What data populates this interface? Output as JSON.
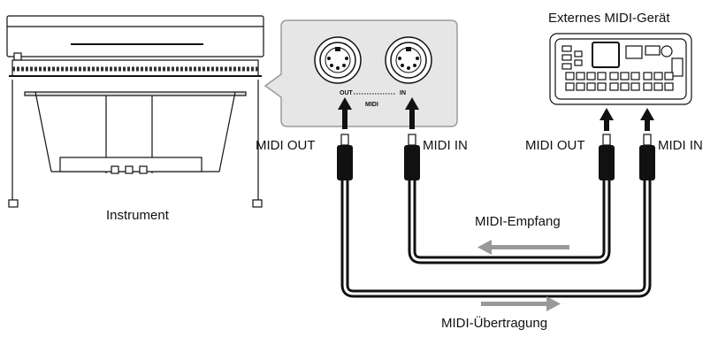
{
  "labels": {
    "instrument": "Instrument",
    "external_device": "Externes MIDI-Gerät",
    "instrument_midi_out": "MIDI OUT",
    "instrument_midi_in": "MIDI IN",
    "device_midi_out": "MIDI OUT",
    "device_midi_in": "MIDI IN",
    "receive": "MIDI-Empfang",
    "transmit": "MIDI-Übertragung",
    "panel_out": "OUT",
    "panel_in": "IN",
    "panel_midi": "MIDI"
  },
  "colors": {
    "cable": "#1a1a1a",
    "arrow": "#999999",
    "panel": "#e6e6e6",
    "line": "#111111"
  },
  "icons": [
    "piano-illustration",
    "midi-device-illustration",
    "midi-din-socket-icon",
    "midi-plug-icon"
  ]
}
